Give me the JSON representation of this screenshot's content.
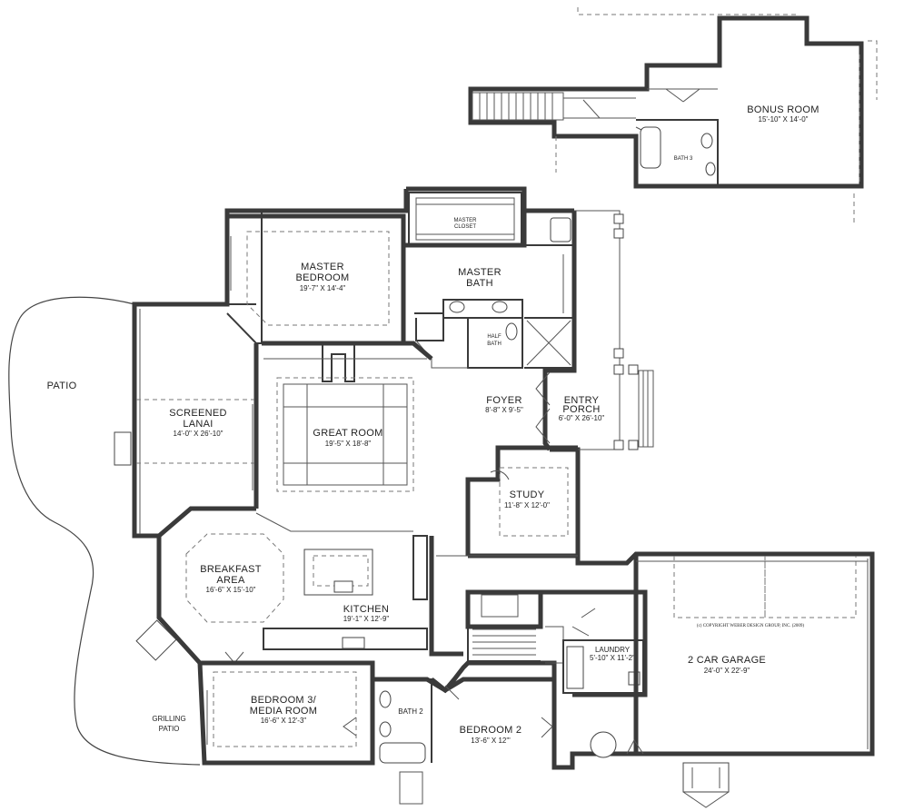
{
  "rooms": {
    "bonus_room": {
      "name": "BONUS ROOM",
      "dims": "15'-10\" X 14'-0\""
    },
    "bath_3": {
      "name": "BATH 3"
    },
    "master_closet": {
      "line1": "MASTER",
      "line2": "CLOSET"
    },
    "master_bedroom": {
      "line1": "MASTER",
      "line2": "BEDROOM",
      "dims": "19'-7\" X 14'-4\""
    },
    "master_bath": {
      "line1": "MASTER",
      "line2": "BATH"
    },
    "half_bath": {
      "line1": "HALF",
      "line2": "BATH"
    },
    "patio": {
      "name": "PATIO"
    },
    "screened_lanai": {
      "line1": "SCREENED",
      "line2": "LANAI",
      "dims": "14'-0\" X 26'-10\""
    },
    "great_room": {
      "name": "GREAT ROOM",
      "dims": "19'-5\" X 18'-8\""
    },
    "foyer": {
      "name": "FOYER",
      "dims": "8'-8\" X 9'-5\""
    },
    "entry_porch": {
      "line1": "ENTRY",
      "line2": "PORCH",
      "dims": "6'-0\" X 26'-10\""
    },
    "study": {
      "name": "STUDY",
      "dims": "11'-8\" X 12'-0\""
    },
    "breakfast_area": {
      "line1": "BREAKFAST",
      "line2": "AREA",
      "dims": "16'-6\" X 15'-10\""
    },
    "kitchen": {
      "name": "KITCHEN",
      "dims": "19'-1\" X 12'-9\""
    },
    "laundry": {
      "name": "LAUNDRY",
      "dims": "5'-10\" X 11'-2\""
    },
    "garage": {
      "name": "2 CAR GARAGE",
      "dims": "24'-0\" X 22'-9\""
    },
    "bedroom_3": {
      "line1": "BEDROOM 3/",
      "line2": "MEDIA ROOM",
      "dims": "16'-6\" X 12'-3\""
    },
    "bath_2": {
      "name": "BATH 2"
    },
    "bedroom_2": {
      "name": "BEDROOM 2",
      "dims": "13'-6\" X 12'\""
    },
    "grilling_patio": {
      "line1": "GRILLING",
      "line2": "PATIO"
    }
  },
  "copyright": "(c) COPYRIGHT WEBER DESIGN GROUP, INC. (2009)"
}
